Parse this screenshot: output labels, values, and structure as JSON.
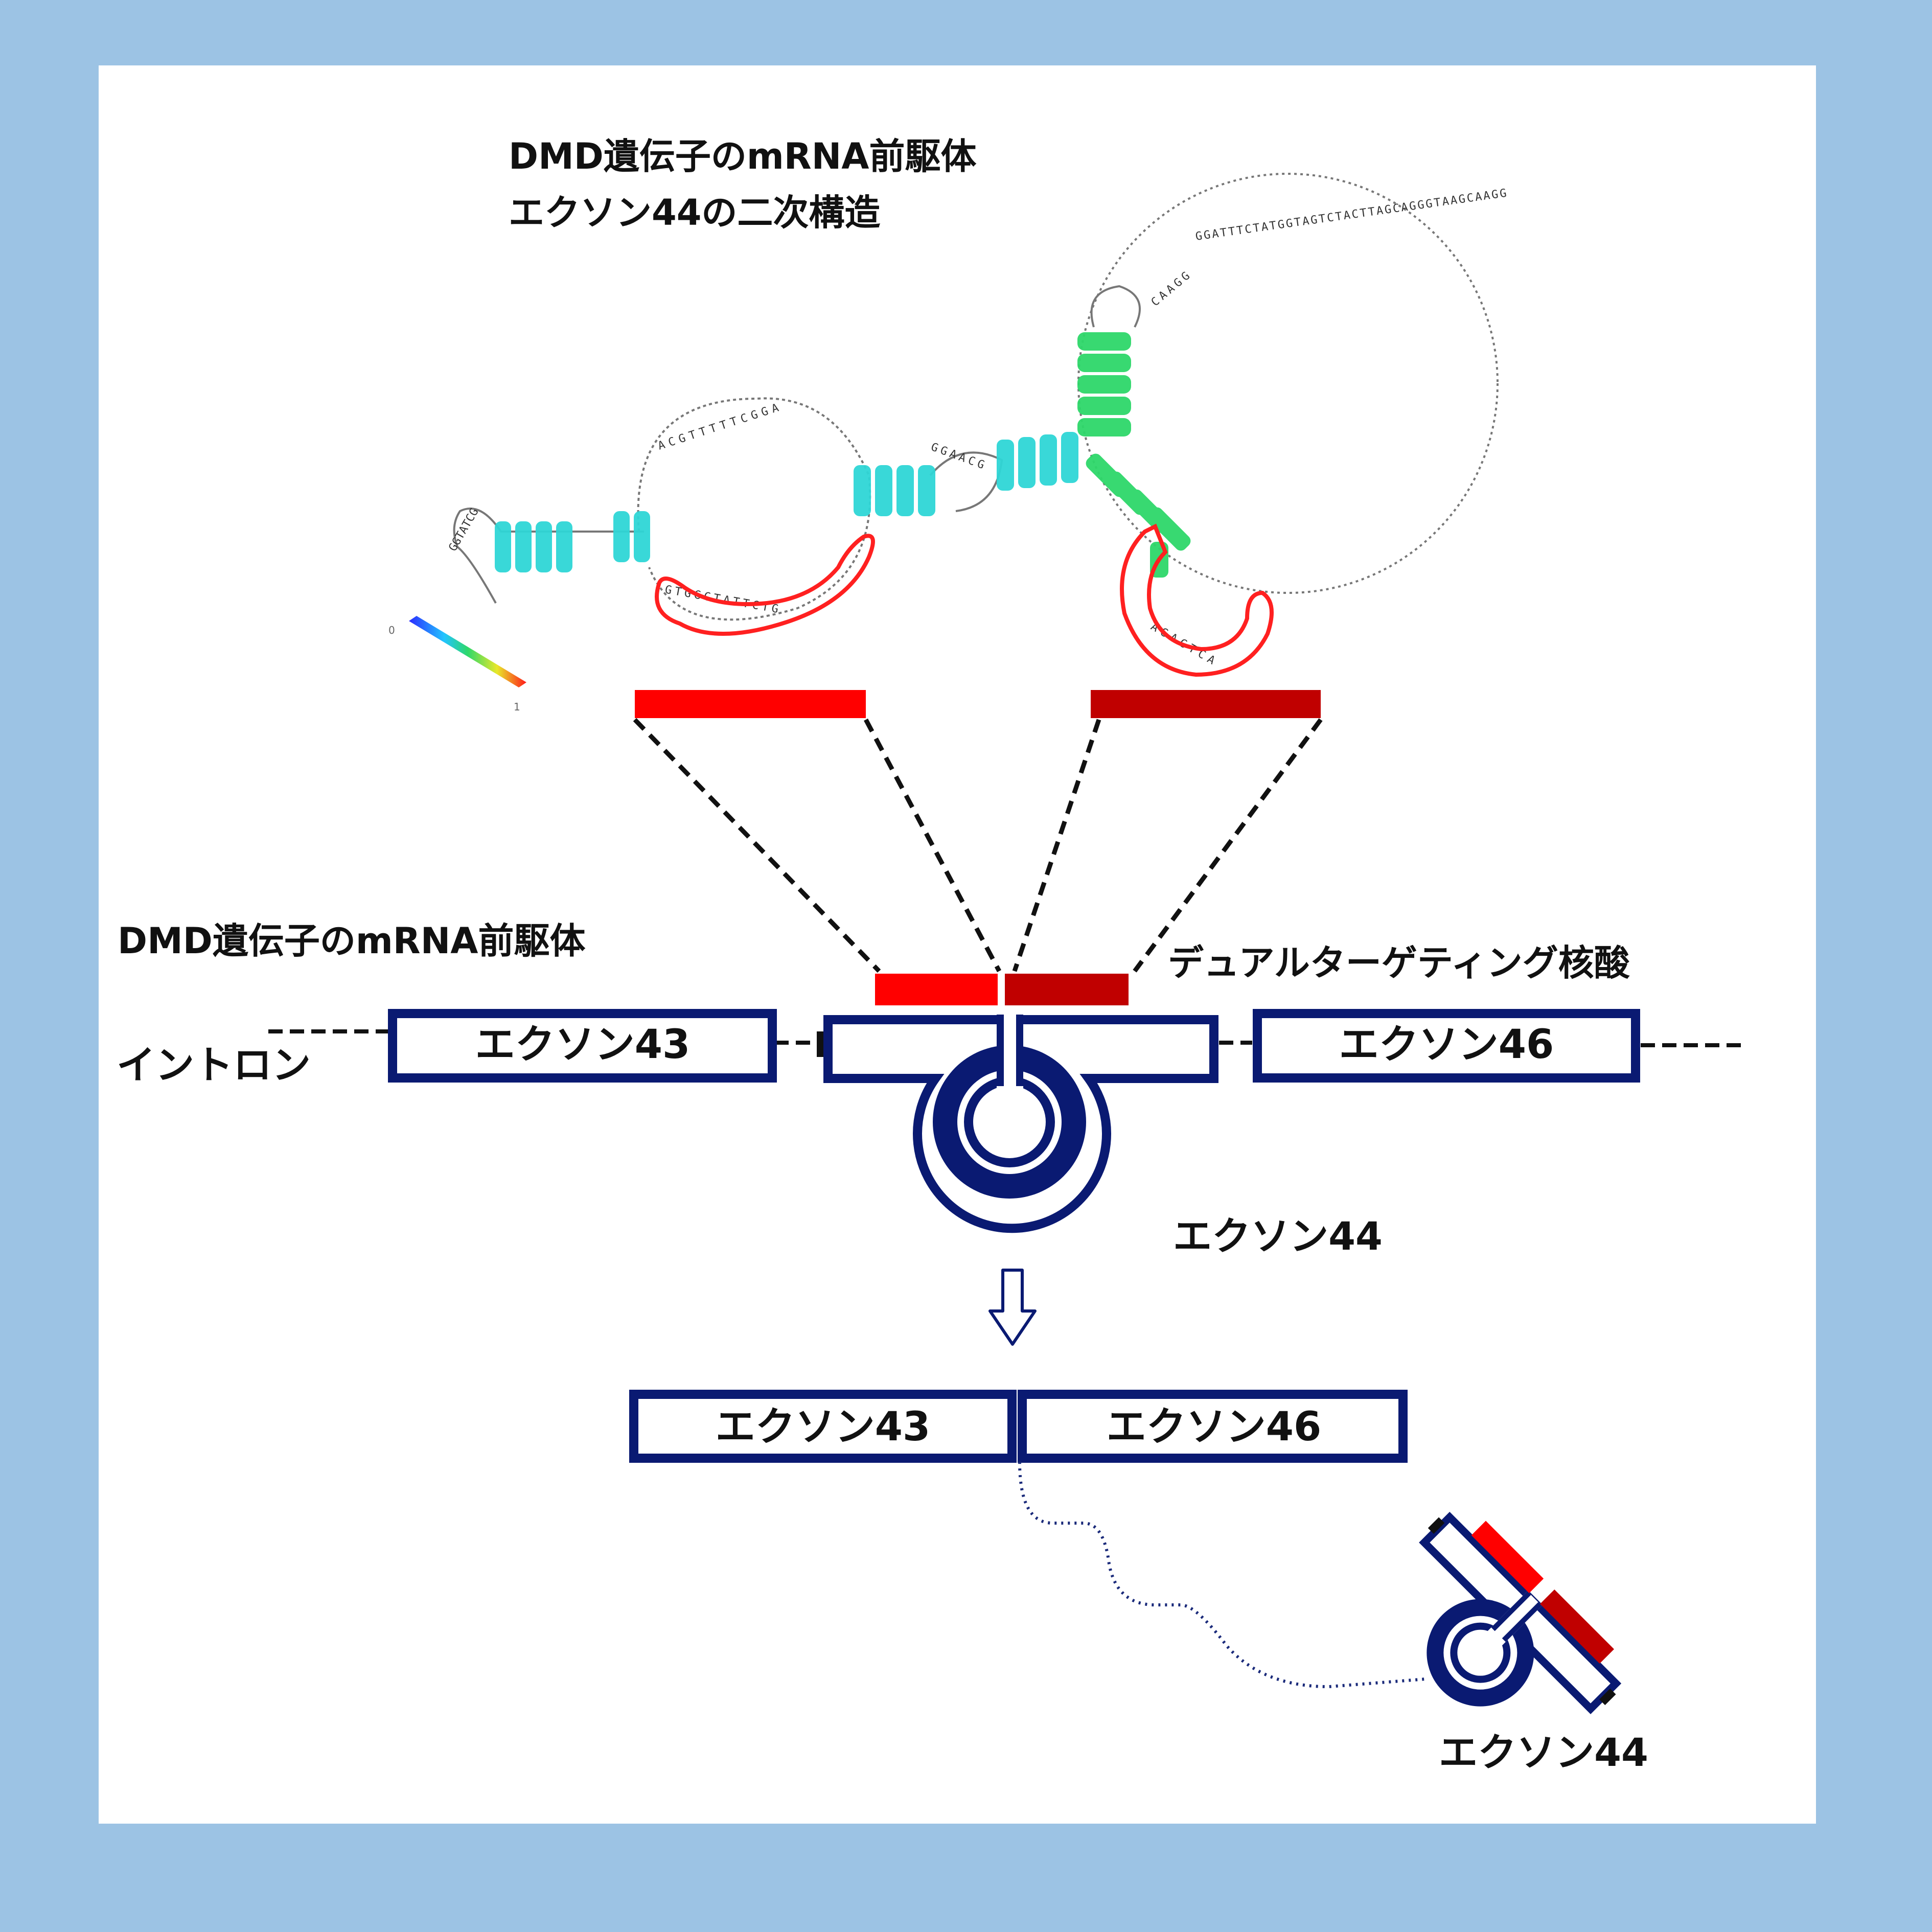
{
  "title": {
    "line1": "DMD遺伝子のmRNA前駆体",
    "line2": "エクソン44の二次構造"
  },
  "labels": {
    "pre_mrna": "DMD遺伝子のmRNA前駆体",
    "dual_targeting": "デュアルターゲティング核酸",
    "intron": "イントロン",
    "exon43": "エクソン43",
    "exon46": "エクソン46",
    "exon44": "エクソン44",
    "result_exon43": "エクソン43",
    "result_exon46": "エクソン46",
    "excised_exon44": "エクソン44"
  },
  "rna_structure": {
    "left_hairpin_bases": "GGTATCG",
    "loop1_bases": "ACGTTTTTCGGA",
    "loop1_target_bases": "GTGGCTATTCTG",
    "mid_bases": "GGAACG",
    "big_loop_bases": "GGATTTCTATGGTAGTCTACTTAGCAGGGTAAGCAAGG",
    "loop2_target_bases": "AGACTCA",
    "stem_top_bases": "CAAGG",
    "legend_low": "0",
    "legend_high": "1"
  },
  "colors": {
    "target_red": "#ff0000",
    "target_dark_red": "#c00000",
    "exon_navy": "#0a1a72",
    "stem_cyan": "#2fd6d6",
    "stem_green": "#2ed86a",
    "background": "#9cc3e4"
  }
}
